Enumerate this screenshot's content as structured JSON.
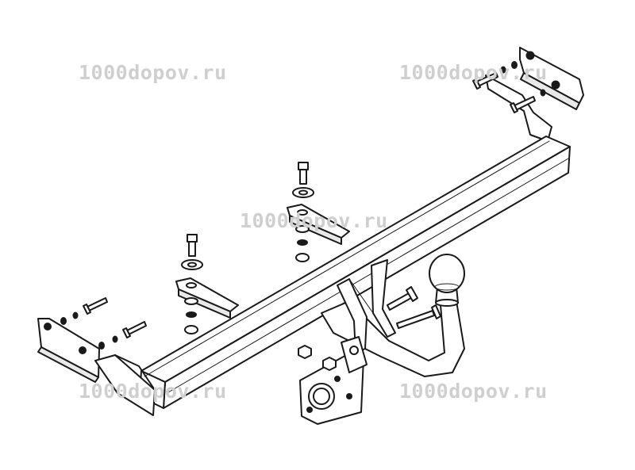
{
  "watermarks": [
    "1000dopov.ru",
    "1000dopov.ru",
    "1000dopov.ru",
    "1000dopov.ru",
    "1000dopov.ru"
  ],
  "colors": {
    "line": "#1a1a1a",
    "fill": "#ffffff",
    "shade": "#e9e9e9",
    "watermark": "#cfcfcf"
  }
}
